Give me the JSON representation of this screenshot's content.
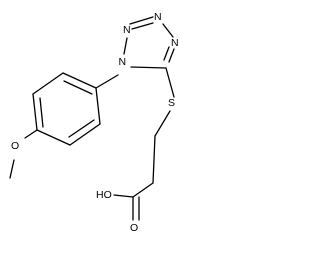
{
  "molecule": {
    "atoms": {
      "n1": "N",
      "n2": "N",
      "n3": "N",
      "n4": "N",
      "s": "S",
      "o_methoxy": "O",
      "oh": "HO",
      "o_carbonyl": "O"
    },
    "colors": {
      "bond": "#000000",
      "label": "#000000",
      "background": "#ffffff"
    }
  }
}
